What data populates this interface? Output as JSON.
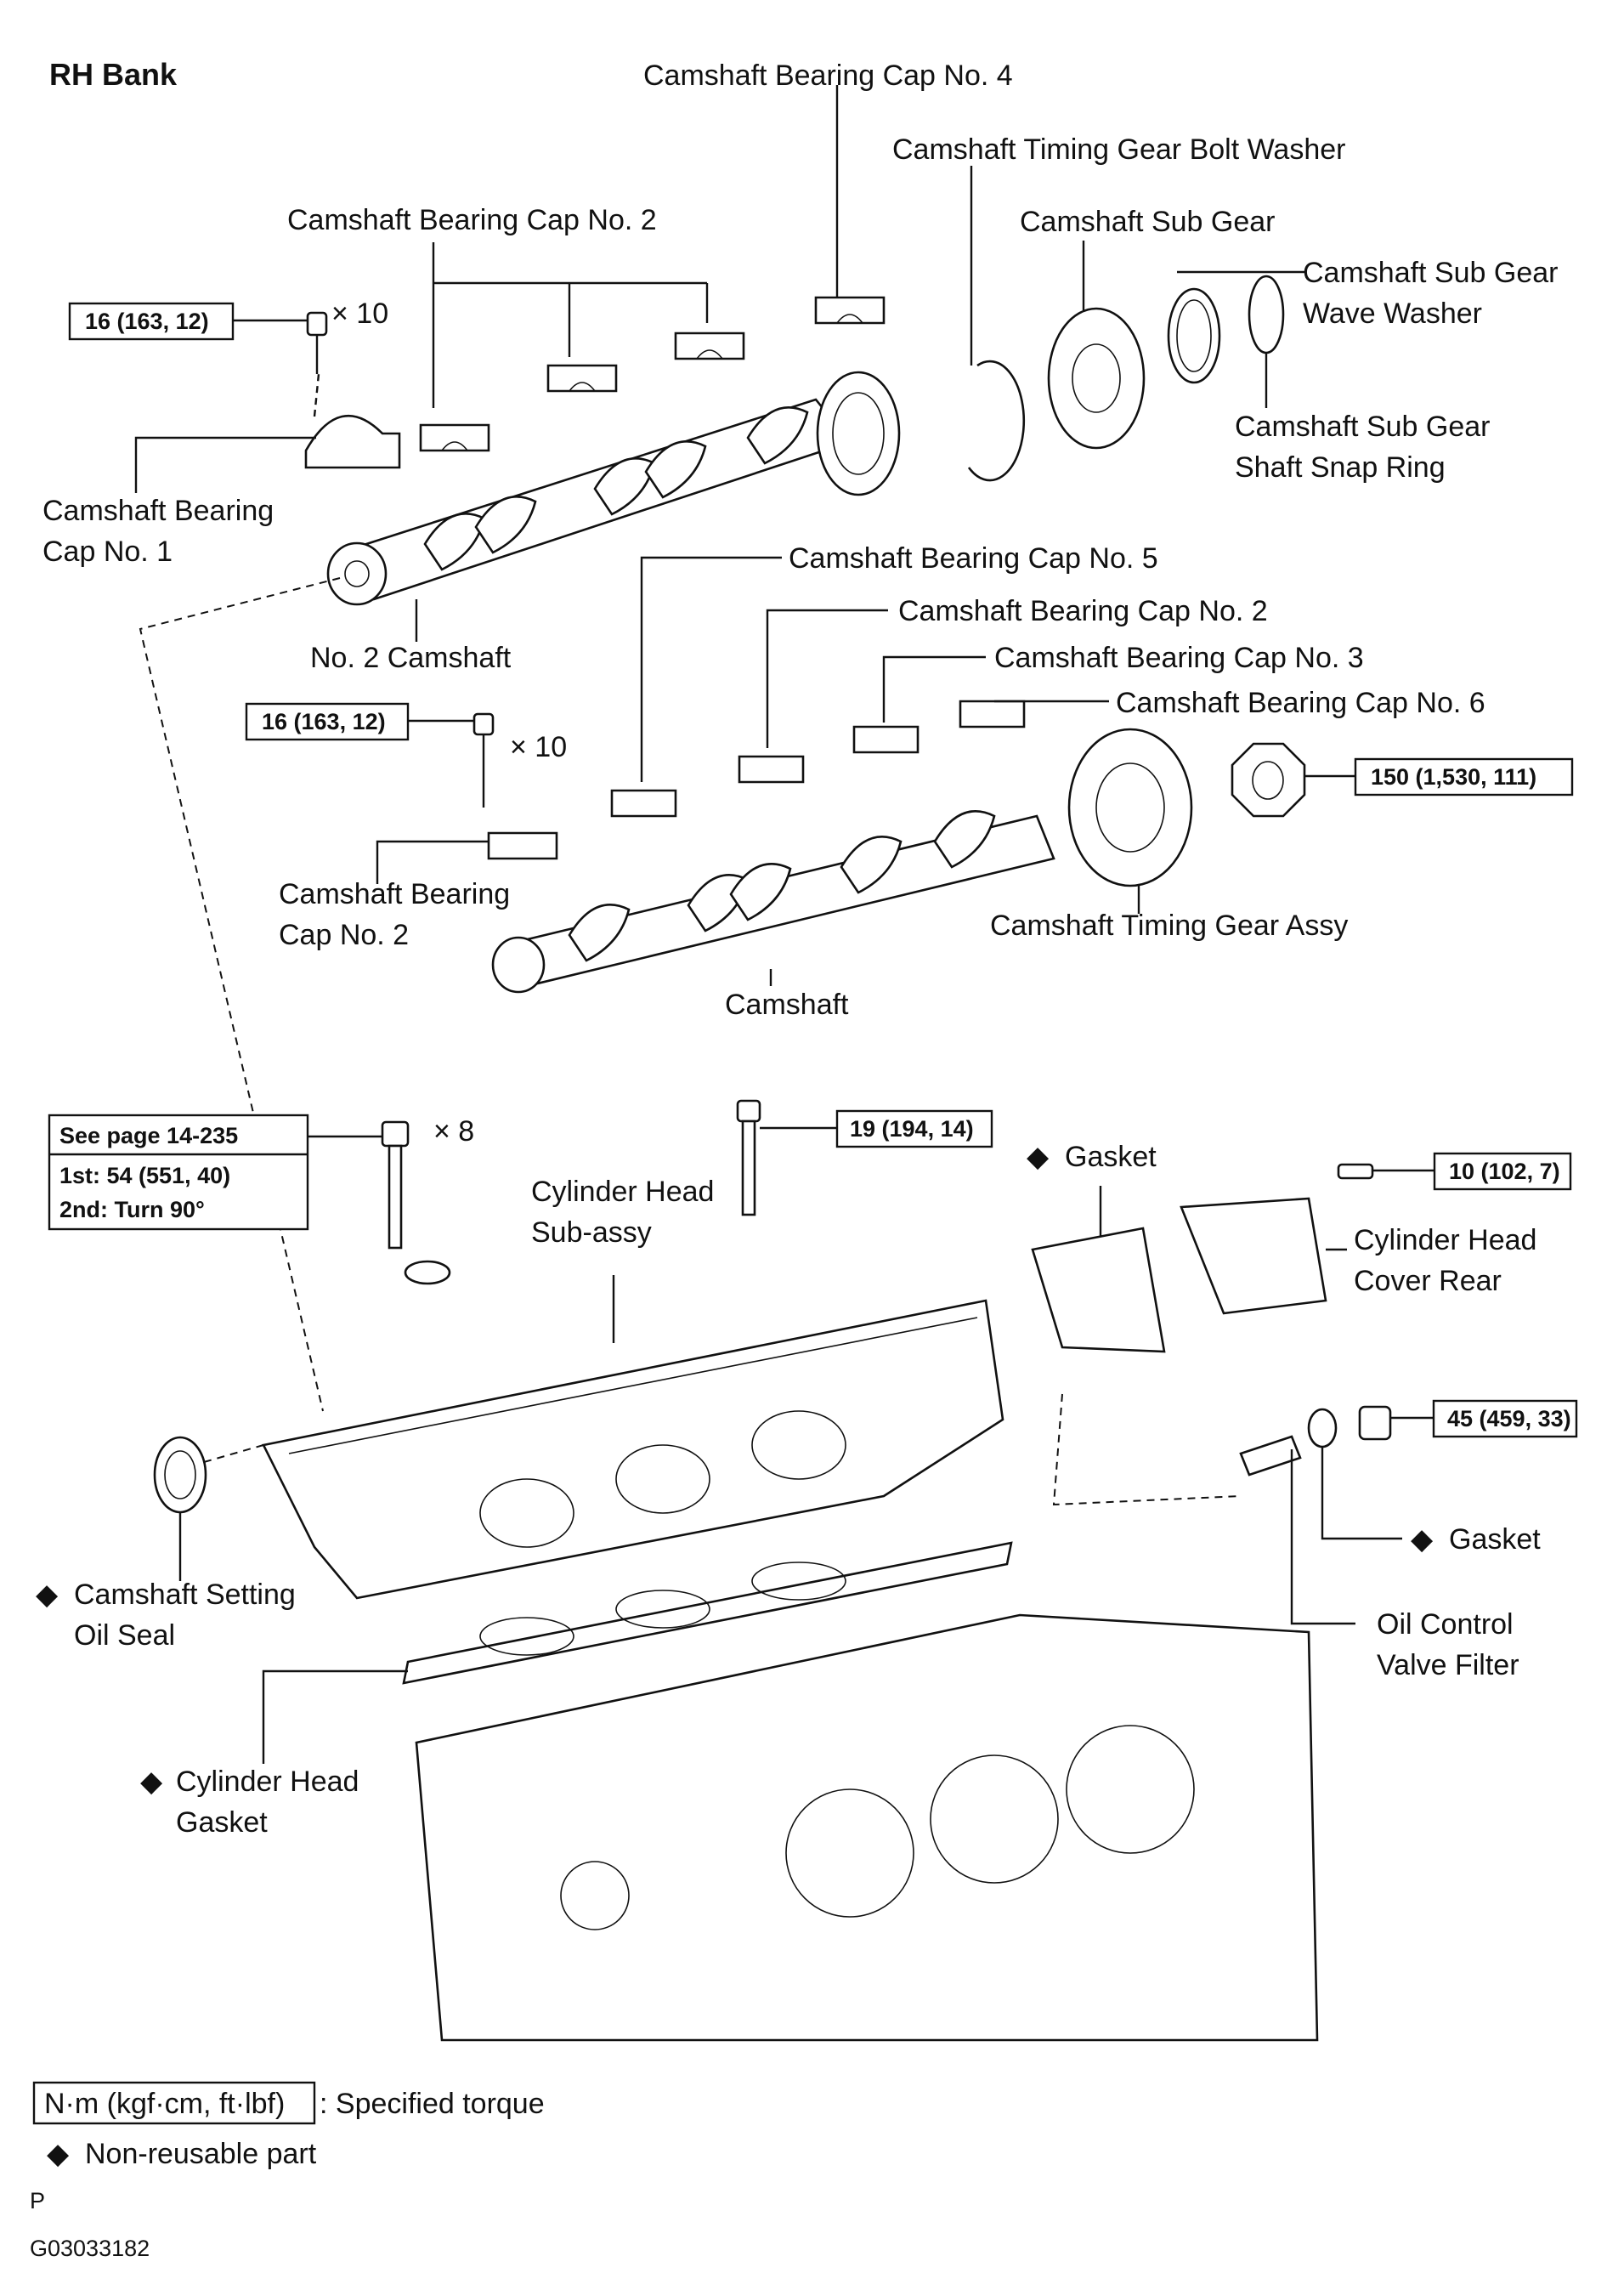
{
  "title": "RH Bank",
  "labels": {
    "cap4": "Camshaft Bearing Cap No. 4",
    "bolt_washer": "Camshaft Timing Gear Bolt Washer",
    "cap2_top": "Camshaft Bearing Cap No. 2",
    "sub_gear": "Camshaft Sub Gear",
    "wave_washer_1": "Camshaft Sub Gear",
    "wave_washer_2": "Wave Washer",
    "snap_ring_1": "Camshaft Sub Gear",
    "snap_ring_2": "Shaft Snap Ring",
    "cap1_1": "Camshaft Bearing",
    "cap1_2": "Cap No. 1",
    "no2_camshaft": "No. 2 Camshaft",
    "cap5": "Camshaft Bearing Cap No. 5",
    "cap2_mid": "Camshaft Bearing Cap No. 2",
    "cap3": "Camshaft Bearing Cap No. 3",
    "cap6": "Camshaft Bearing Cap No. 6",
    "cap2_low_1": "Camshaft Bearing",
    "cap2_low_2": "Cap No. 2",
    "timing_gear": "Camshaft Timing Gear Assy",
    "camshaft": "Camshaft",
    "gasket_rear": "Gasket",
    "head_sub_1": "Cylinder Head",
    "head_sub_2": "Sub-assy",
    "cover_rear_1": "Cylinder Head",
    "cover_rear_2": "Cover Rear",
    "gasket_plug": "Gasket",
    "setting_seal_1": "Camshaft Setting",
    "setting_seal_2": "Oil Seal",
    "ocv_filter_1": "Oil Control",
    "ocv_filter_2": "Valve Filter",
    "head_gasket_1": "Cylinder Head",
    "head_gasket_2": "Gasket"
  },
  "qty": {
    "x10_a": "× 10",
    "x10_b": "× 10",
    "x8": "× 8"
  },
  "torque": {
    "t1": "16 (163, 12)",
    "t2": "16 (163, 12)",
    "t3": "150 (1,530, 111)",
    "t4_a": "See page 14-235",
    "t4_b": "1st: 54 (551, 40)",
    "t4_c": "2nd: Turn 90°",
    "t5": "19 (194, 14)",
    "t6": "10 (102, 7)",
    "t7": "45 (459, 33)"
  },
  "legend": {
    "torque_box": "N·m (kgf·cm, ft·lbf)",
    "torque_text": ": Specified torque",
    "nonreusable": "Non-reusable part",
    "mark": "◆"
  },
  "footer": {
    "p": "P",
    "code": "G03033182"
  }
}
